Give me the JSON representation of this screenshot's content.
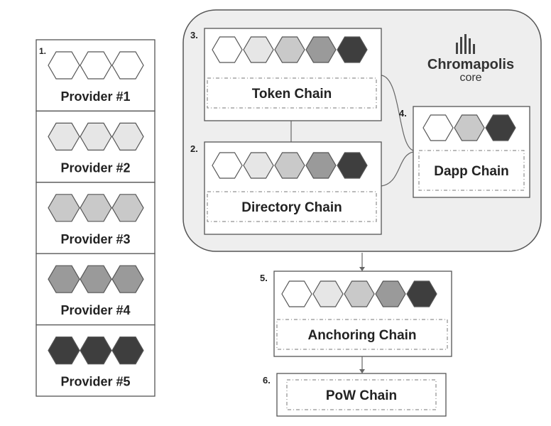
{
  "colors": {
    "white": "#ffffff",
    "light": "#e6e6e6",
    "mid": "#c9c9c9",
    "dark_mid": "#9a9a9a",
    "dark": "#3e3e3e",
    "stroke": "#555555",
    "core_bg": "#eeeeee"
  },
  "providers": [
    {
      "number": "1.",
      "label": "Provider #1",
      "fill": "white"
    },
    {
      "number": "",
      "label": "Provider #2",
      "fill": "light"
    },
    {
      "number": "",
      "label": "Provider #3",
      "fill": "mid"
    },
    {
      "number": "",
      "label": "Provider #4",
      "fill": "dark_mid"
    },
    {
      "number": "",
      "label": "Provider #5",
      "fill": "dark"
    }
  ],
  "core": {
    "logo_name": "Chromapolis",
    "logo_sub": "core",
    "logo_icon": "bars-logo-icon"
  },
  "chains": {
    "token": {
      "number": "3.",
      "label": "Token Chain",
      "hexes": [
        "white",
        "light",
        "mid",
        "dark_mid",
        "dark"
      ]
    },
    "directory": {
      "number": "2.",
      "label": "Directory Chain",
      "hexes": [
        "white",
        "light",
        "mid",
        "dark_mid",
        "dark"
      ]
    },
    "dapp": {
      "number": "4.",
      "label": "Dapp Chain",
      "hexes": [
        "white",
        "mid",
        "dark"
      ]
    },
    "anchoring": {
      "number": "5.",
      "label": "Anchoring Chain",
      "hexes": [
        "white",
        "light",
        "mid",
        "dark_mid",
        "dark"
      ]
    },
    "pow": {
      "number": "6.",
      "label": "PoW Chain",
      "hexes": []
    }
  }
}
